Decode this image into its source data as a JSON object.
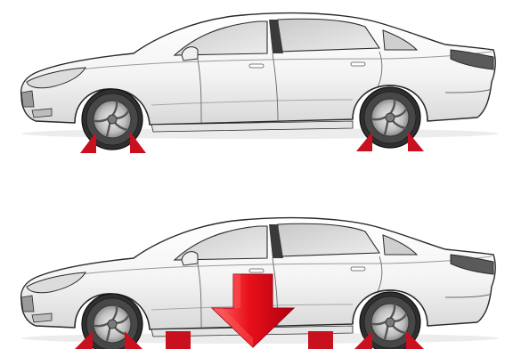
{
  "figure": {
    "panels": [
      {
        "id": "top",
        "vehicle": "sedan-side-view",
        "supports": [
          "wheel-chock-front-left",
          "wheel-chock-front-right",
          "wheel-chock-rear-left",
          "wheel-chock-rear-right"
        ]
      },
      {
        "id": "bottom",
        "vehicle": "sedan-side-view",
        "supports": [
          "wheel-chock-front-left",
          "wheel-chock-front-right",
          "wheel-chock-rear-left",
          "wheel-chock-rear-right",
          "jack-point-front",
          "jack-point-rear"
        ],
        "indicator": "down-arrow-icon"
      }
    ],
    "colors": {
      "support_red": "#c8101e",
      "arrow_red": "#e8101a",
      "arrow_highlight": "#ff5a5a",
      "outline": "#2a2a2a",
      "body_fill": "#ffffff",
      "glass_fill": "#d9d9d9",
      "tire_fill": "#3a3a3a",
      "rim_fill": "#bdbdbd",
      "shadow_fill": "#e6e6e6"
    }
  }
}
